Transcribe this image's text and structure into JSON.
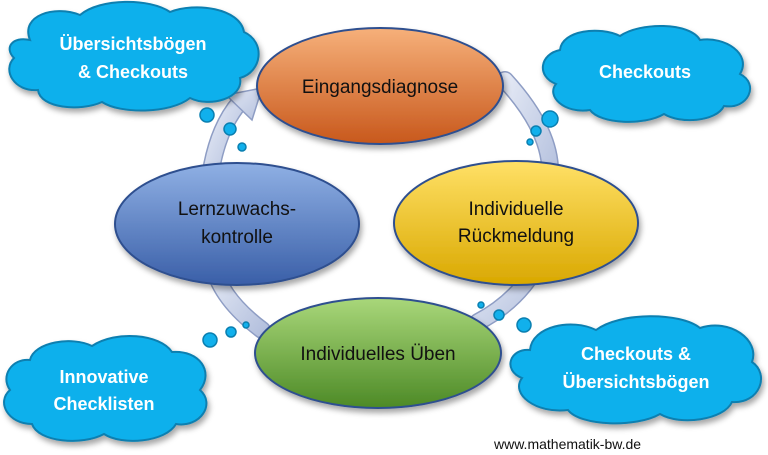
{
  "cycle": {
    "top": {
      "label": "Eingangsdiagnose",
      "color_light": "#f6b07a",
      "color_dark": "#c8581c"
    },
    "right": {
      "line1": "Individuelle",
      "line2": "Rückmeldung",
      "color_light": "#ffe066",
      "color_dark": "#d9a800"
    },
    "bottom": {
      "label": "Individuelles Üben",
      "color_light": "#a9d77a",
      "color_dark": "#4d8a26"
    },
    "left": {
      "line1": "Lernzuwachs-",
      "line2": "kontrolle",
      "color_light": "#8fb0e4",
      "color_dark": "#3a5fa8"
    }
  },
  "clouds": {
    "top_left": {
      "line1": "Übersichtsbögen",
      "line2": "& Checkouts"
    },
    "top_right": {
      "line1": "Checkouts"
    },
    "bottom_left": {
      "line1": "Innovative",
      "line2": "Checklisten"
    },
    "bottom_right": {
      "line1": "Checkouts &",
      "line2": "Übersichtsbögen"
    },
    "color": "#11b0ec",
    "border": "#0a7fb0"
  },
  "arrow_color": "#c9d3ea",
  "footer": {
    "url": "www.mathematik-bw.de"
  }
}
